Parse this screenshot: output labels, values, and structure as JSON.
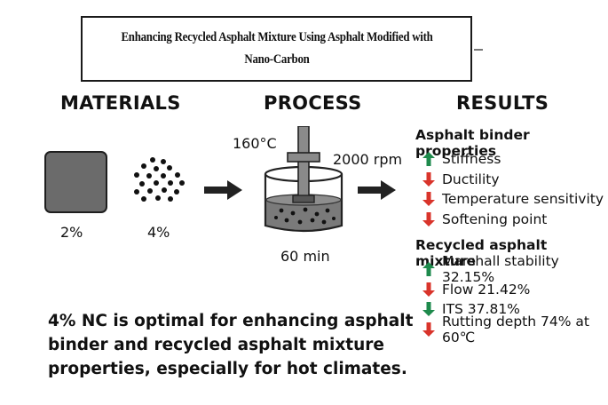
{
  "title": "Enhancing Recycled Asphalt Mixture Using Asphalt Modified with Nano-Carbon",
  "columns": {
    "materials": "MATERIALS",
    "process": "PROCESS",
    "results": "RESULTS"
  },
  "materials": {
    "block_label": "2%",
    "particles_label": "4%"
  },
  "process": {
    "temperature": "160°C",
    "speed": "2000 rpm",
    "duration": "60 min"
  },
  "results": {
    "binder": {
      "title": "Asphalt binder properties",
      "items": [
        {
          "label": "Stiffness",
          "direction": "up",
          "color": "#1e8a4c"
        },
        {
          "label": "Ductility",
          "direction": "down",
          "color": "#d9342b"
        },
        {
          "label": "Temperature sensitivity",
          "direction": "down",
          "color": "#d9342b"
        },
        {
          "label": "Softening point",
          "direction": "down",
          "color": "#d9342b"
        }
      ]
    },
    "mixture": {
      "title": "Recycled asphalt mixture",
      "items": [
        {
          "label": "Marshall stability 32.15%",
          "direction": "up",
          "color": "#1e8a4c"
        },
        {
          "label": "Flow 21.42%",
          "direction": "down",
          "color": "#d9342b"
        },
        {
          "label": "ITS 37.81%",
          "direction": "down",
          "color": "#1e8a4c"
        },
        {
          "label": "Rutting depth 74% at 60℃",
          "direction": "down",
          "color": "#d9342b"
        }
      ]
    }
  },
  "summary": "4% NC is optimal for enhancing asphalt binder and recycled asphalt mixture properties, especially for hot climates."
}
